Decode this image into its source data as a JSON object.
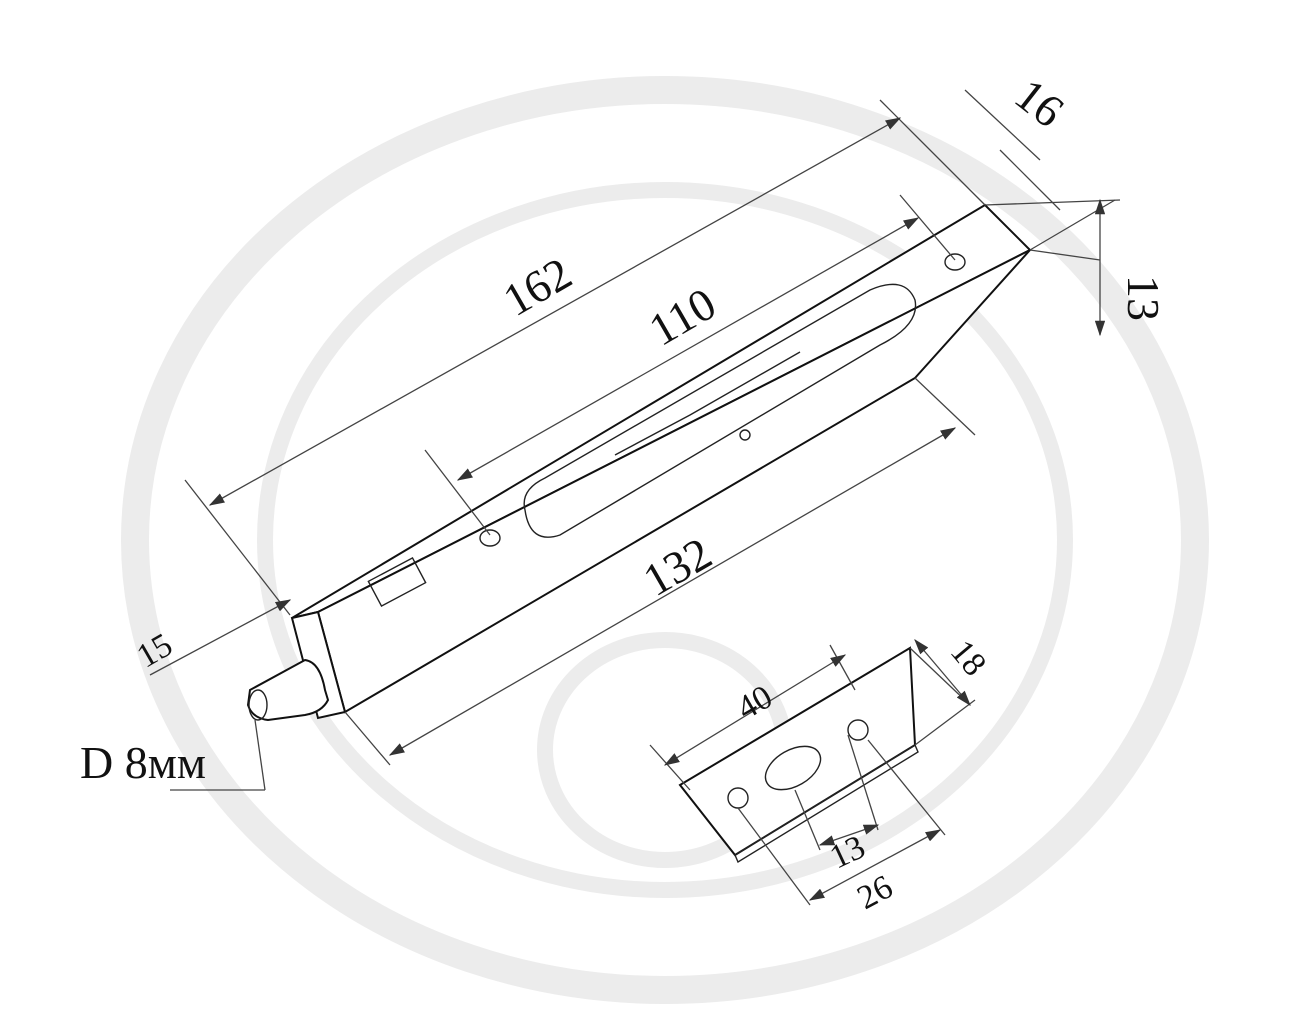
{
  "dimensions": {
    "overall_length": "162",
    "hole_spacing": "110",
    "width": "16",
    "height": "13",
    "body_length": "132",
    "pin_length": "15",
    "pin_diameter": "D 8мм",
    "strike_length": "40",
    "strike_width": "18",
    "strike_slot": "13",
    "strike_hole_spacing": "26"
  },
  "colors": {
    "line": "#111111",
    "watermark": "#ececec"
  }
}
